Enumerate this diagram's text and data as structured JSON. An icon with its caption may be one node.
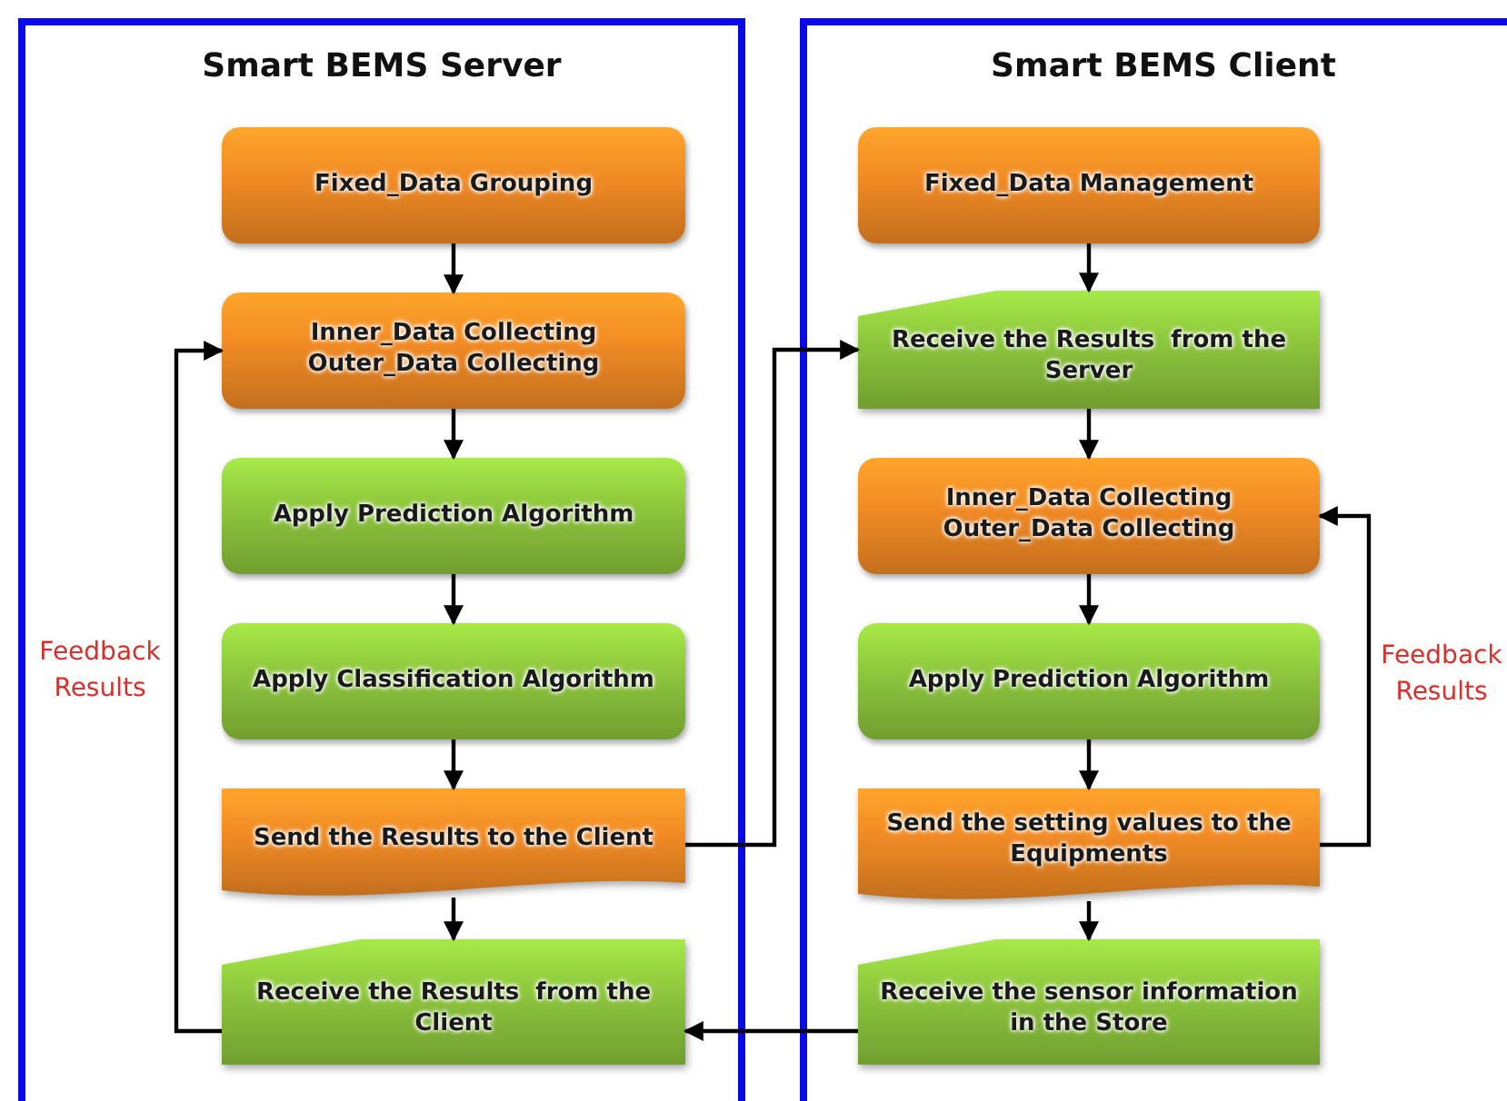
{
  "diagram": {
    "nodes": [
      {
        "text": [
          "Smart BEMS Server"
        ]
      },
      {
        "text": [
          "Fixed_Data Grouping"
        ],
        "in": 0
      },
      {
        "text": [
          "Inner_Data Collecting Outer_Data Collecting"
        ],
        "in": 0
      },
      {
        "text": [
          "Apply Prediction Algorithm"
        ],
        "in": 0
      },
      {
        "text": [
          "Apply Classification Algorithm"
        ],
        "in": 0
      },
      {
        "text": [
          "Send the Results to the Client"
        ],
        "in": 0
      },
      {
        "text": [
          "Receive the Results  from the Client"
        ],
        "in": 0
      },
      {
        "text": [
          "Smart BEMS Client"
        ]
      },
      {
        "text": [
          "Fixed_Data Management"
        ],
        "in": 7
      },
      {
        "text": [
          "Receive the Results  from the Server"
        ],
        "in": 7
      },
      {
        "text": [
          "Inner_Data Collecting Outer_Data Collecting"
        ],
        "in": 7
      },
      {
        "text": [
          "Apply Prediction Algorithm"
        ],
        "in": 7
      },
      {
        "text": [
          "Send the setting values to the Equipments"
        ],
        "in": 7
      },
      {
        "text": [
          "Receive the sensor information in the Store"
        ],
        "in": 7
      }
    ],
    "edges": [
      {
        "from": 1,
        "to": 2,
        "arrow": "to"
      },
      {
        "from": 2,
        "to": 3,
        "arrow": "to"
      },
      {
        "from": 3,
        "to": 4,
        "arrow": "to"
      },
      {
        "from": 4,
        "to": 5,
        "arrow": "to"
      },
      {
        "from": 5,
        "to": 6,
        "arrow": "to"
      },
      {
        "from": 6,
        "to": 2,
        "arrow": "to",
        "label": "Feedback Results"
      },
      {
        "from": 5,
        "to": 9,
        "arrow": "to"
      },
      {
        "from": 8,
        "to": 9,
        "arrow": "to"
      },
      {
        "from": 9,
        "to": 10,
        "arrow": "to"
      },
      {
        "from": 10,
        "to": 11,
        "arrow": "to"
      },
      {
        "from": 11,
        "to": 12,
        "arrow": "to"
      },
      {
        "from": 12,
        "to": 10,
        "arrow": "to",
        "label": "Feedback Results"
      },
      {
        "from": 12,
        "to": 13,
        "arrow": "to"
      },
      {
        "from": 13,
        "to": 6,
        "arrow": "to"
      }
    ]
  }
}
